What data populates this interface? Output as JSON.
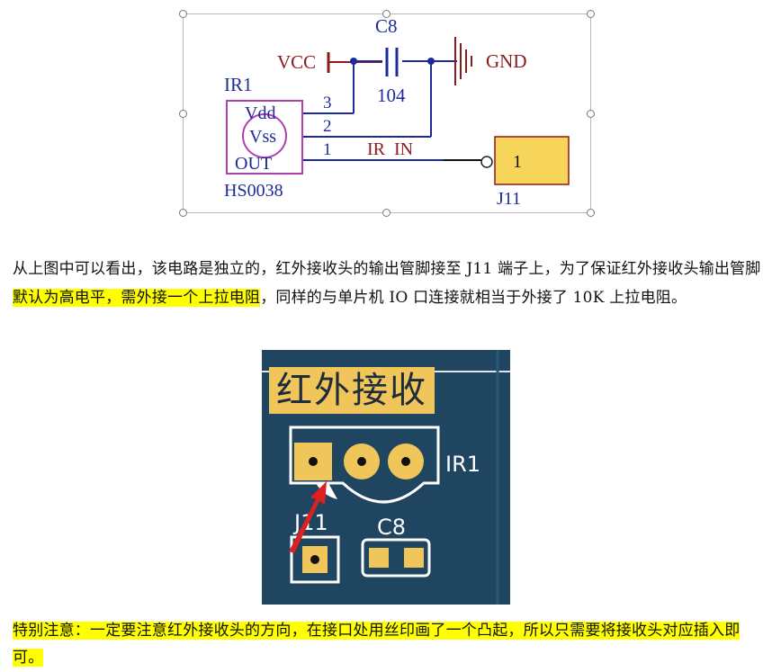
{
  "schematic": {
    "capacitor_ref": "C8",
    "capacitor_value": "104",
    "vcc_label": "VCC",
    "gnd_label": "GND",
    "ir_ref": "IR1",
    "pin_vdd": "Vdd",
    "pin_vss": "Vss",
    "pin_out": "OUT",
    "pin3": "3",
    "pin2": "2",
    "pin1": "1",
    "net_label": "IR  IN",
    "ir_part": "HS0038",
    "connector_pin": "1",
    "connector_ref": "J11"
  },
  "paragraph": {
    "part1": "从上图中可以看出，该电路是独立的，红外接收头的输出管脚接至 J11 端子上，为了保证红外接收头输出管脚",
    "highlight": "默认为高电平，需外接一个上拉电阻",
    "part2": "，同样的与单片机 IO 口连接就相当于外接了 10K 上拉电阻。"
  },
  "pcb": {
    "title": "红外接收",
    "ir_ref": "IR1",
    "connector_ref": "J11",
    "capacitor_ref": "C8"
  },
  "note": {
    "text": "特别注意：一定要注意红外接收头的方向，在接口处用丝印画了一个凸起，所以只需要将接收头对应插入即可。"
  },
  "colors": {
    "highlight": "#ffff00",
    "pcb_background": "#1f4561",
    "silkscreen": "#ffffff",
    "pad_gold": "#f0c65a",
    "schematic_wire": "#1c2a9a",
    "schematic_red": "#8b1a1a",
    "component_outline": "#b040b0",
    "connector_fill": "#f6d55a",
    "arrow_red": "#e02020"
  }
}
